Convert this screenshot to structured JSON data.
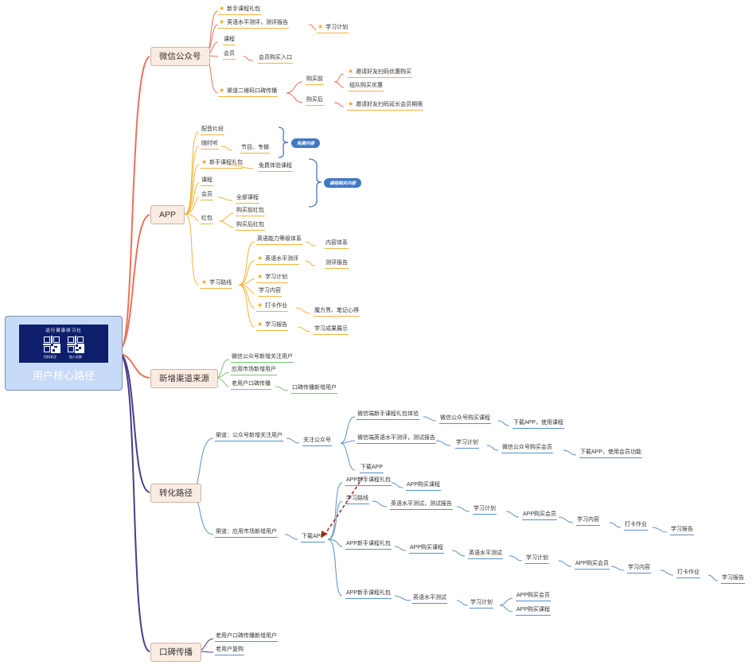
{
  "root": {
    "title": "用户核心路径",
    "card_title": "运行健康研习社",
    "card_captions": [
      "扫码关注",
      "加入社群"
    ]
  },
  "branches": {
    "wechat": "微信公众号",
    "app": "APP",
    "channel": "新增渠道来源",
    "convert": "转化路径",
    "wom": "口碑传播"
  },
  "wechat": {
    "newbie": "新手课程礼包",
    "test": "英语水平测评，测评报告",
    "plan": "学习计划",
    "course": "课程",
    "member": "会员",
    "member_entry": "会员购买入口",
    "qr": "渠道二维码口碑传播",
    "before": "购买前",
    "invite1": "邀请好友扫码优惠购买",
    "group": "组队购买优惠",
    "after": "购买后",
    "invite2": "邀请好友扫码延长会员期限"
  },
  "app": {
    "dub": "配音片段",
    "listen": "随时听",
    "programs": "节目、专辑",
    "free_tag": "免费内容",
    "newbie": "新手课程礼包",
    "trial": "免费体验课程",
    "course_tag": "课程相关内容",
    "course": "课程",
    "member": "会员",
    "all_courses": "全部课程",
    "redpack": "红包",
    "rp_before": "购买前红包",
    "rp_after": "购买后红包",
    "route": "学习路线",
    "level_sys": "英语能力等级体系",
    "content_sys": "内容体系",
    "level_test": "英语水平测评",
    "test_report": "测评报告",
    "study_plan": "学习计划",
    "study_content": "学习内容",
    "checkin": "打卡作业",
    "magic": "魔方秀、笔记心得",
    "study_report": "学习报告",
    "result": "学习成果展示"
  },
  "channel": {
    "c1": "微信公众号新增关注用户",
    "c2": "应用市场新增用户",
    "c3": "老用户口碑传播",
    "c4": "口碑传播新增用户"
  },
  "convert": {
    "ch1": "渠道：公众号新增关注用户",
    "follow": "关注公众号",
    "w1": "微信端新手课程礼包体验",
    "w1a": "微信公众号购买课程",
    "w1b": "下载APP，使用课程",
    "w2": "微信端英语水平测评，测试报告",
    "w2a": "学习计划",
    "w2b": "微信公众号购买会员",
    "w2c": "下载APP，使用会员功能",
    "w3": "下载APP",
    "ch2": "渠道：应用市场新增用户",
    "download": "下载APP",
    "a1": "APP新手课程礼包",
    "a1a": "APP购买课程",
    "a2": "学习路线",
    "a2a": "英语水平测试，测试报告",
    "a2b": "学习计划",
    "a2c": "APP购买会员",
    "a2d": "学习内容",
    "a2e": "打卡作业",
    "a2f": "学习报告",
    "a3": "APP新手课程礼包",
    "a3a": "APP购买课程",
    "a3b": "英语水平测试",
    "a3c": "学习计划",
    "a3d": "APP购买会员",
    "a3e": "学习内容",
    "a3f": "打卡作业",
    "a3g": "学习报告",
    "a4": "APP新手课程礼包",
    "a4a": "英语水平测试",
    "a4b": "学习计划",
    "a4c": "APP购买会员",
    "a4d": "APP购买课程"
  },
  "wom": {
    "w1": "老用户口碑传播新增用户",
    "w2": "老用户复购"
  },
  "colors": {
    "wechat": "#e8735a",
    "app": "#f0b43c",
    "channel": "#7cc37c",
    "convert": "#5b8fc7",
    "wom": "#4b3a8a",
    "tag": "#3f79c4",
    "arrow": "#b22b22"
  }
}
